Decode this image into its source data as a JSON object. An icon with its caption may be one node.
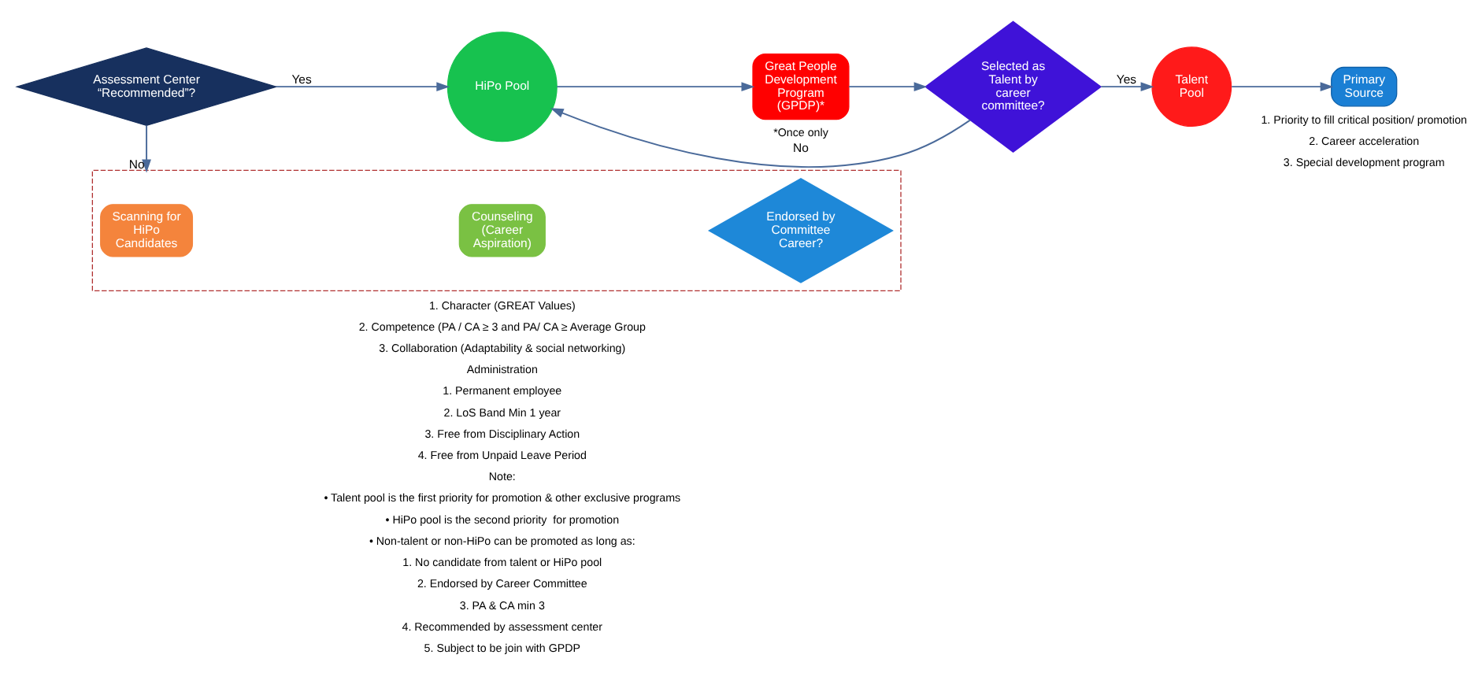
{
  "diagram": {
    "nodes": [
      {
        "text": [],
        "shape": "box"
      },
      {
        "text": [
          "Scanning for HiPo Candidates"
        ],
        "in": 0
      },
      {
        "text": [
          "Counseling (Career Aspiration)"
        ],
        "in": 0
      },
      {
        "text": [
          "Endorsed by Committee Career?"
        ],
        "in": 0
      },
      {
        "text": [
          "Assessment Center “Recommended”?"
        ]
      },
      {
        "text": [
          "HiPo Pool"
        ]
      },
      {
        "text": [
          "Great People Development Program (GPDP)*"
        ],
        "beside": [
          "*Once only"
        ]
      },
      {
        "text": [
          "Selected as Talent by career committee?"
        ]
      },
      {
        "text": [
          "Talent Pool"
        ]
      },
      {
        "text": [
          "Primary Source"
        ],
        "beside": [
          "1. Priority to fill critical position/ promotion",
          "2. Career acceleration",
          "3. Special development program"
        ]
      }
    ],
    "edges": [
      {
        "from": 4,
        "to": 0,
        "arrow": "to",
        "label": "No"
      },
      {
        "from": 4,
        "to": 5,
        "arrow": "to",
        "label": "Yes"
      },
      {
        "from": 5,
        "to": 6,
        "arrow": "to"
      },
      {
        "from": 6,
        "to": 7,
        "arrow": "to"
      },
      {
        "from": 7,
        "to": 5,
        "arrow": "to",
        "label": "No"
      },
      {
        "from": 7,
        "to": 8,
        "arrow": "to",
        "label": "Yes"
      },
      {
        "from": 8,
        "to": 9,
        "arrow": "to"
      }
    ],
    "labels": [
      "1. Character (GREAT Values)",
      "2. Competence (PA / CA ≥ 3 and PA/ CA ≥ Average Group",
      "3. Collaboration (Adaptability & social networking)",
      "Administration",
      "1. Permanent employee",
      "2. LoS Band Min 1 year",
      "3. Free from Disciplinary Action",
      "4. Free from Unpaid Leave Period",
      "Note:",
      "• Talent pool is the first priority for promotion & other exclusive programs",
      "• HiPo pool is the second priority  for promotion",
      "• Non-talent or non-HiPo can be promoted as long as:",
      "1. No candidate from talent or HiPo pool",
      "2. Endorsed by Career Committee",
      "3. PA & CA min 3",
      "4. Recommended by assessment center",
      "5. Subject to be join with GPDP"
    ]
  }
}
